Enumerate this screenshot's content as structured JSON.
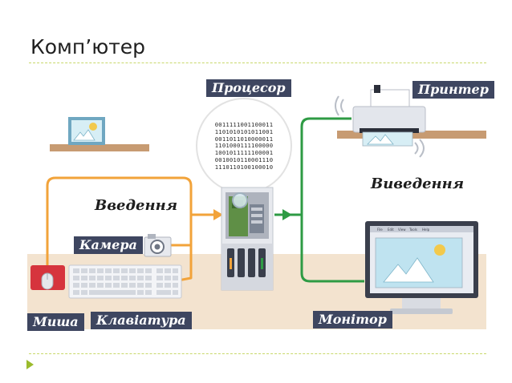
{
  "title": "Комп’ютер",
  "labels": {
    "processor": "Процесор",
    "printer": "Принтер",
    "camera": "Камера",
    "mouse": "Миша",
    "keyboard": "Клавіатура",
    "monitor": "Монітор"
  },
  "headings": {
    "input": "Введення",
    "output": "Виведення"
  },
  "binary_lines": [
    "0011111001100011",
    "1101010101011001",
    "0011011010000011",
    "1101000111100000",
    "1001011111100001",
    "0010010110001110",
    "1110110100100010"
  ],
  "monitor_menu": [
    "File",
    "Edit",
    "View",
    "Tools",
    "Help"
  ],
  "colors": {
    "input_line": "#f2a33a",
    "output_line": "#2e9b44",
    "label_bg": "#3e4660",
    "desk": "#f3e3cf",
    "shelf": "#c79b72",
    "accent": "#9bbb2c"
  }
}
